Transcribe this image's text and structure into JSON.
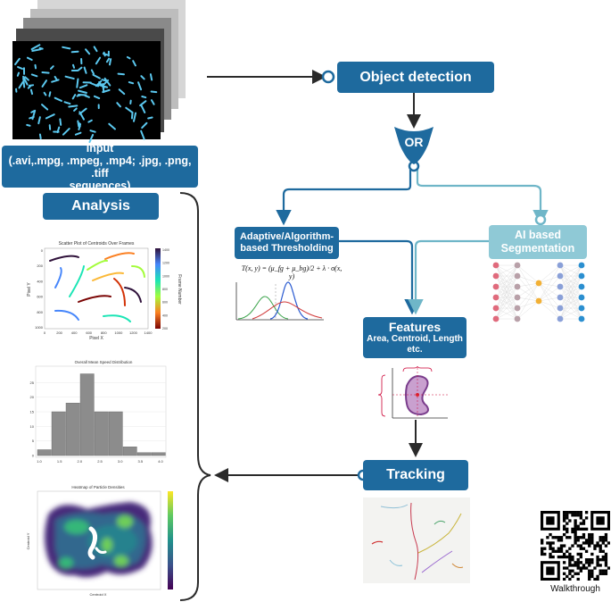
{
  "input": {
    "title": "Input",
    "formats": "(.avi,.mpg, .mpeg, .mp4; .jpg, .png, .tiff",
    "suffix": "sequences)"
  },
  "analysis": {
    "title": "Analysis"
  },
  "object_detection": {
    "title": "Object detection"
  },
  "or_gate": {
    "label": "OR"
  },
  "thresholding": {
    "title": "Adaptive/Algorithm-based Thresholding"
  },
  "formula": {
    "text": "T(x, y) = (μ_fg + μ_bg)/2 + λ · σ(x, y)"
  },
  "ai_seg": {
    "title": "AI based Segmentation"
  },
  "features": {
    "title": "Features",
    "subtitle": "Area, Centroid, Length etc."
  },
  "tracking": {
    "title": "Tracking"
  },
  "qr": {
    "caption": "Walkthrough"
  },
  "plots": {
    "scatter": {
      "title": "Scatter Plot of Centroids Over Frames",
      "xlabel": "Pixel X",
      "ylabel": "Pixel Y",
      "cbar_label": "Frame Number",
      "xticks": [
        "0",
        "200",
        "400",
        "600",
        "800",
        "1000",
        "1200",
        "1400"
      ],
      "yticks": [
        "0",
        "200",
        "400",
        "600",
        "800",
        "1000"
      ],
      "cticks": [
        "1400",
        "1200",
        "1000",
        "800",
        "600",
        "400",
        "200"
      ]
    },
    "histogram": {
      "title": "Overall Mean Speed Distribution",
      "xticks": [
        "1.0",
        "1.5",
        "2.0",
        "2.5",
        "3.0",
        "3.5",
        "4.0"
      ],
      "yticks": [
        "0",
        "5",
        "10",
        "15",
        "20",
        "25"
      ],
      "bins": [
        2,
        15,
        18,
        28,
        15,
        15,
        3,
        1,
        1
      ]
    },
    "heatmap": {
      "title": "Heatmap of Particle Densities",
      "xlabel": "Centroid X",
      "ylabel": "Centroid Y"
    }
  },
  "colors": {
    "dark_blue": "#1e6a9e",
    "light_teal": "#8fc9d6",
    "arrow_dark": "#2a2a2a"
  }
}
